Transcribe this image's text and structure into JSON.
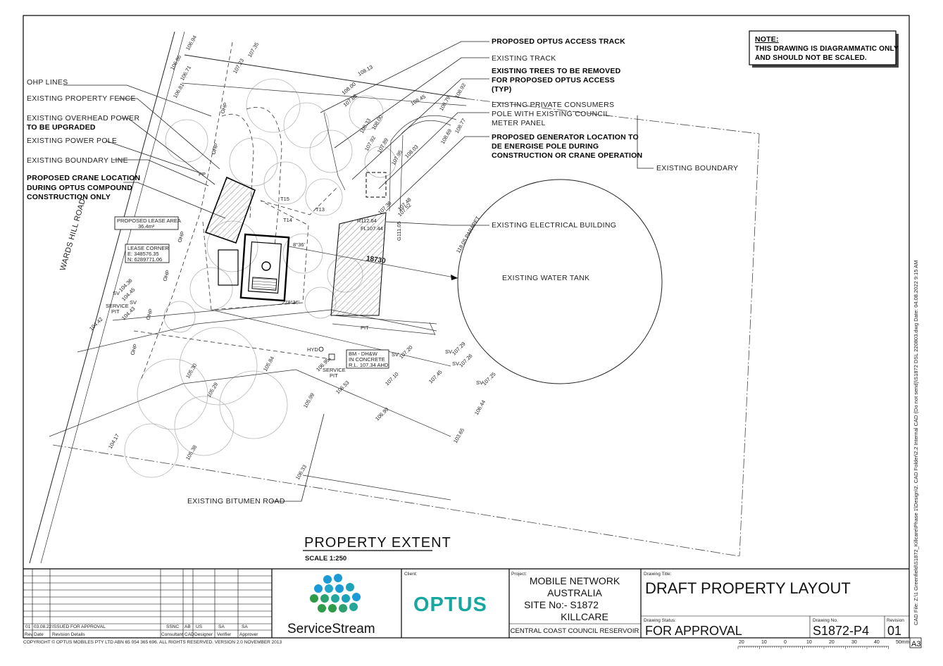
{
  "note": {
    "heading": "NOTE:",
    "line1": "THIS DRAWING IS DIAGRAMMATIC ONLY",
    "line2": "AND SHOULD NOT BE SCALED."
  },
  "callouts_left": {
    "ohp_lines": "OHP LINES",
    "property_fence": "EXISTING PROPERTY FENCE",
    "overhead_power_1": "EXISTING OVERHEAD POWER",
    "overhead_power_2": "TO BE UPGRADED",
    "power_pole": "EXISTING POWER POLE",
    "boundary_line": "EXISTING BOUNDARY LINE",
    "crane_1": "PROPOSED CRANE LOCATION",
    "crane_2": "DURING OPTUS COMPOUND",
    "crane_3": "CONSTRUCTION ONLY"
  },
  "callouts_right": {
    "access_track": "PROPOSED OPTUS ACCESS TRACK",
    "existing_track": "EXISTING TRACK",
    "trees_1": "EXISTING TREES TO BE REMOVED",
    "trees_2": "FOR PROPOSED OPTUS ACCESS",
    "trees_3": "(TYP)",
    "private_pole_1": "EXISTING PRIVATE CONSUMERS",
    "private_pole_2": "POLE WITH EXISTING COUNCIL",
    "private_pole_3": "METER PANEL",
    "generator_1": "PROPOSED GENERATOR LOCATION TO",
    "generator_2": "DE ENERGISE POLE DURING",
    "generator_3": "CONSTRUCTION OR CRANE OPERATION",
    "existing_boundary": "EXISTING BOUNDARY",
    "electrical_building": "EXISTING ELECTRICAL BUILDING",
    "water_tank": "EXISTING WATER TANK",
    "bitumen_road": "EXISTING BITUMEN ROAD"
  },
  "plan_labels": {
    "road": "WARDS HILL ROAD",
    "lease_area_1": "PROPOSED LEASE AREA",
    "lease_area_2": "36.4m²",
    "lease_corner_1": "LEASE CORNER",
    "lease_corner_2": "E: 348576.35",
    "lease_corner_3": "N: 6289771.06",
    "service_pit_1": "SERVICE",
    "service_pit_2": "PIT",
    "service_pit2_1": "SERVICE",
    "service_pit2_2": "PIT",
    "bm_1": "BM - DH&W",
    "bm_2": "IN CONCRETE",
    "bm_3": "R.L. 107.34 AHD",
    "hyd": "HYD",
    "pit": "PIT",
    "dim_18730": "18730",
    "ohp": "OHP",
    "pp": "PP",
    "sv": "SV",
    "bearing_1": "278°36'",
    "bearing_2": "8°36'",
    "t15": "T15",
    "t14": "T14",
    "t13": "T13",
    "r112": "R112.64",
    "fl107": "FL107.44",
    "g111": "G111.05",
    "ground_parapet": "118.05 PARAPET"
  },
  "spot_levels": [
    "106.94",
    "106.86",
    "107.35",
    "106.71",
    "106.81",
    "107.23",
    "108.13",
    "108.00",
    "107.88",
    "108.45",
    "108.92",
    "108.79",
    "108.77",
    "108.69",
    "108.33",
    "108.00",
    "107.92",
    "107.89",
    "108.03",
    "107.95",
    "107.48",
    "107.52",
    "107.36",
    "104.36",
    "104.45",
    "104.43",
    "104.42",
    "105.30",
    "105.84",
    "105.29",
    "105.99",
    "106.53",
    "106.95",
    "107.10",
    "107.20",
    "107.29",
    "107.26",
    "107.25",
    "107.45",
    "106.44",
    "106.99",
    "103.65",
    "104.17",
    "105.38",
    "106.33"
  ],
  "property_extent": {
    "title": "PROPERTY EXTENT",
    "scale": "SCALE 1:250"
  },
  "title_block": {
    "revision_row": {
      "rev": "01",
      "date": "03.08.22",
      "details": "ISSUED FOR APPROVAL",
      "consultant": "SSNC",
      "cad": "AB",
      "designer": "US",
      "verifier": "SA",
      "approver": "SA"
    },
    "headers": {
      "rev": "Rev",
      "date": "Date",
      "details": "Revision Details",
      "consultant": "Consultant",
      "cad": "CAD",
      "designer": "Designer",
      "verifier": "Verifier",
      "approver": "Approver"
    },
    "company": "ServiceStream",
    "client_label": "Client:",
    "client_name": "OPTUS",
    "project_label": "Project:",
    "project_1": "MOBILE NETWORK",
    "project_2": "AUSTRALIA",
    "project_3": "SITE No:-  S1872",
    "project_4": "KILLCARE",
    "project_5": "CENTRAL COAST COUNCIL RESERVOIR",
    "drawing_title_label": "Drawing Title:",
    "drawing_title": "DRAFT PROPERTY LAYOUT",
    "status_label": "Drawing Status:",
    "status": "FOR APPROVAL",
    "drawing_no_label": "Drawing No.",
    "drawing_no": "S1872-P4",
    "revision_label": "Revision",
    "revision": "01"
  },
  "copyright": "COPYRIGHT © OPTUS MOBILES PTY LTD  ABN 65 054 365 696. ALL RIGHTS RESERVED. VERSION 2.0 NOVEMBER 2013",
  "scale_bar": {
    "ticks": [
      "20",
      "10",
      "0",
      "10",
      "20",
      "30",
      "40",
      "50mm"
    ],
    "sheet_size": "A3"
  },
  "cad_file": "CAD File: Z:\\1 Greenfield\\S1872_Killcare\\Phase 1\\Design\\2. CAD Folder\\2.2  Internal CAD (Do not send)\\S1872 DSL 220803.dwg   Date: 04.08.2022 9:15 AM",
  "colors": {
    "optus_teal": "#18a7a0",
    "ss_blue": "#1a9ad6",
    "ss_green": "#2d9b48",
    "line": "#222222",
    "tree": "#b5b5b5"
  }
}
